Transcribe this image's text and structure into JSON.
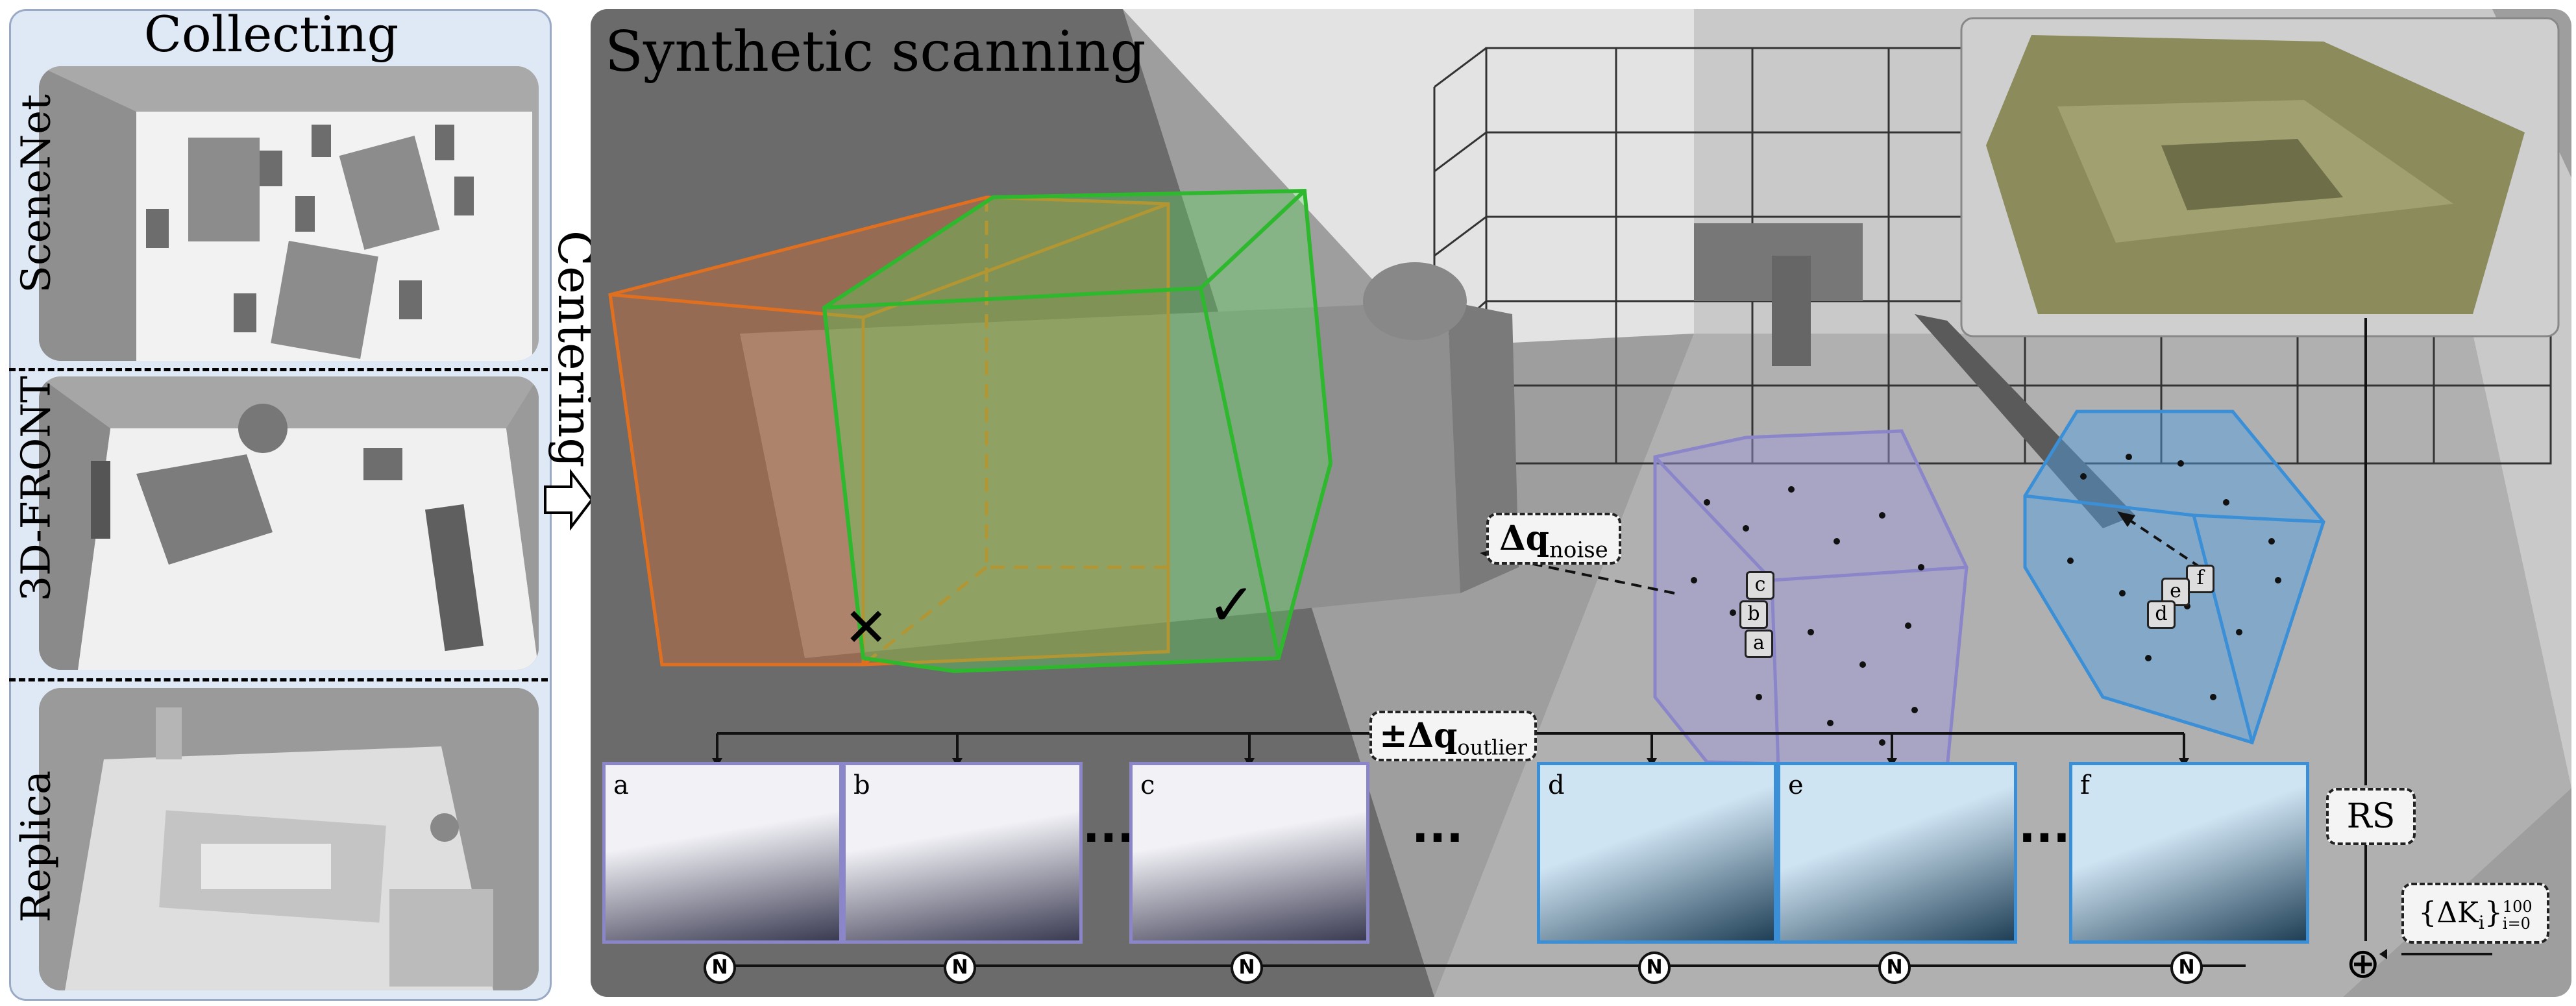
{
  "left_panel": {
    "title": "Collecting",
    "datasets": [
      {
        "name": "SceneNet"
      },
      {
        "name": "3D-FRONT"
      },
      {
        "name": "Replica"
      }
    ]
  },
  "center_arrow": {
    "label": "Centering"
  },
  "right_panel": {
    "title": "Synthetic scanning",
    "annotations": {
      "q_noise": "Δq",
      "q_noise_sub": "noise",
      "q_outlier_prefix": "±Δq",
      "q_outlier_sub": "outlier",
      "rs": "RS",
      "delta_k": "{ΔK",
      "delta_k_sub": "i",
      "delta_k_close": "}",
      "delta_k_upper": "100",
      "delta_k_lower": "i=0",
      "reject_mark": "✕",
      "accept_mark": "✓",
      "n_symbol": "N",
      "sum_symbol": "⊕",
      "ellipsis": "···"
    },
    "cube_tags_purple": [
      "c",
      "b",
      "a"
    ],
    "cube_tags_blue": [
      "f",
      "e",
      "d"
    ],
    "thumbnails": [
      {
        "letter": "a",
        "group": "purple"
      },
      {
        "letter": "b",
        "group": "purple"
      },
      {
        "letter": "c",
        "group": "purple"
      },
      {
        "letter": "d",
        "group": "blue"
      },
      {
        "letter": "e",
        "group": "blue"
      },
      {
        "letter": "f",
        "group": "blue"
      }
    ]
  },
  "colors": {
    "panel_left_bg": "#dfe8f5",
    "panel_right_bg": "#9e9e9e",
    "reject_box": "#e07020",
    "accept_box": "#2eb82e",
    "purple_cube": "#8a86c9",
    "blue_cube": "#3a8fd6"
  }
}
